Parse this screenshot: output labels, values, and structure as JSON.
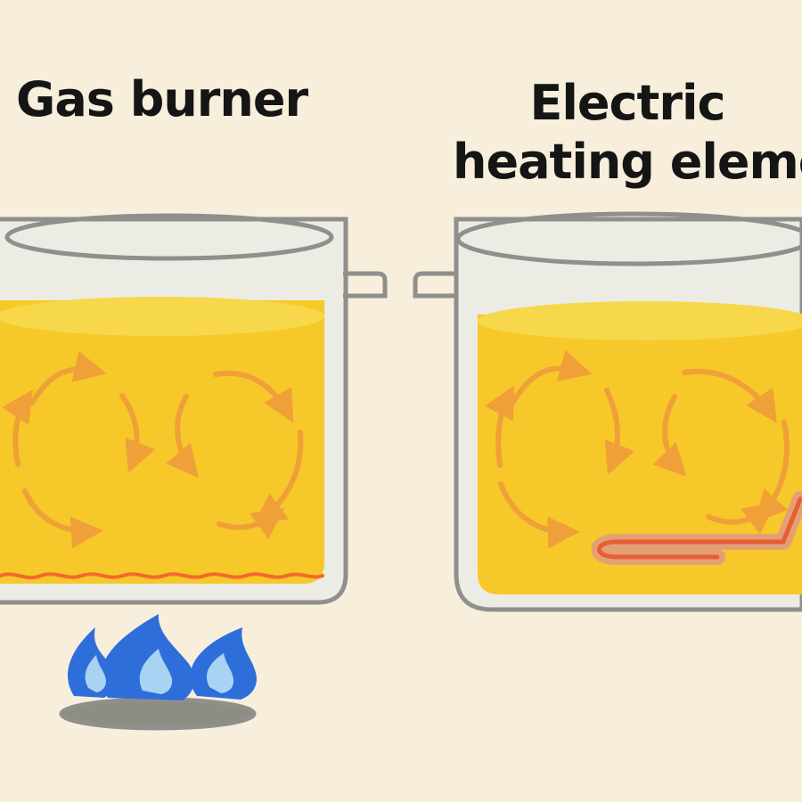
{
  "labels": {
    "left_title": "Gas burner",
    "right_title_line1": "Electric",
    "right_title_line2": "heating elemen"
  },
  "colors": {
    "background": "#F7EEDC",
    "pot_rim": "#8F8F8C",
    "pot_glass": "#ECEBE4",
    "liquid": "#F6C82A",
    "liquid_surface": "#F8D84B",
    "convection_arrows": "#F0A038",
    "heat_line": "#F26A2A",
    "flame_outer": "#2E6EDB",
    "flame_inner": "#A8D3F2",
    "burner_base": "#8D8D86",
    "element_tube": "#E3A074",
    "element_core": "#E85D35"
  },
  "icons": {
    "left_pot": "pot-icon",
    "right_pot": "pot-icon",
    "gas_flame": "flame-icon",
    "heating_element": "heating-element-icon",
    "convection": "convection-arrows-icon"
  }
}
